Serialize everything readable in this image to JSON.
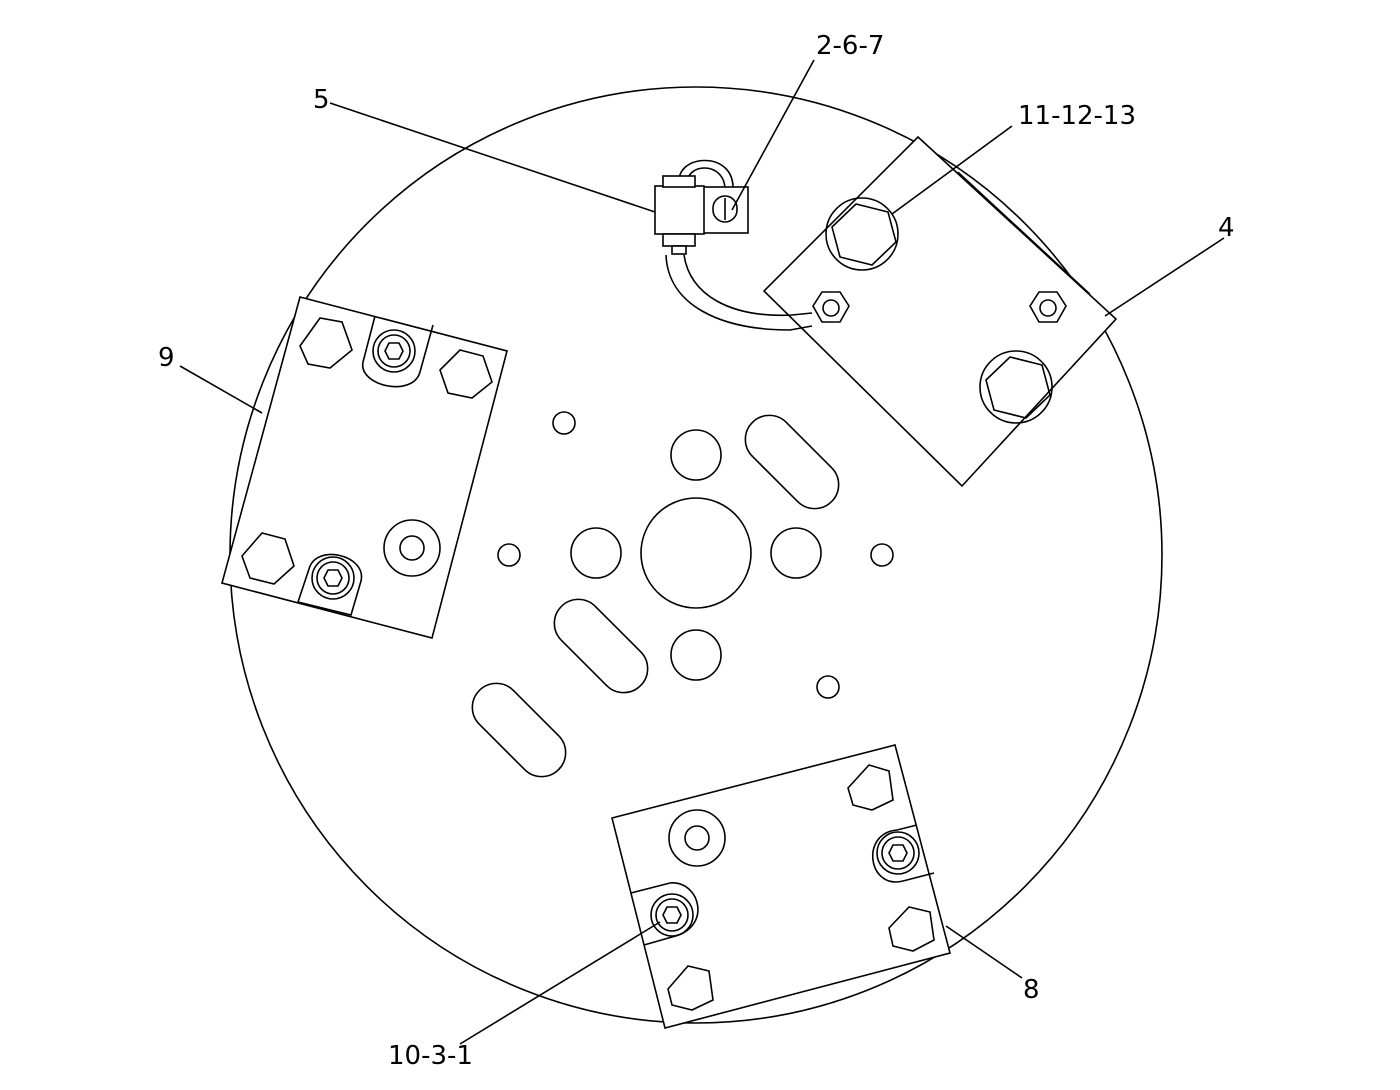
{
  "callouts": {
    "c_2_6_7": "2-6-7",
    "c_5": "5",
    "c_11_12_13": "11-12-13",
    "c_4": "4",
    "c_9": "9",
    "c_8": "8",
    "c_10_3_1": "10-3-1"
  },
  "colors": {
    "line": "#000000",
    "background": "#ffffff"
  }
}
